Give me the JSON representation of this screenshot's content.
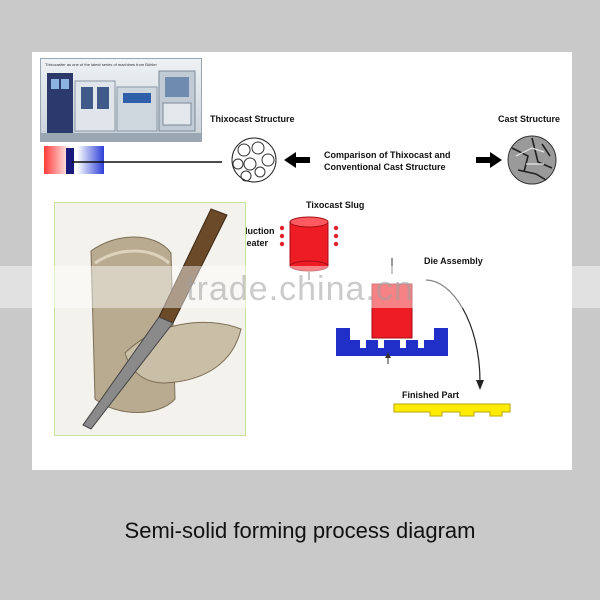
{
  "machine_caption": "Thixocaster as one of the latest series of machines from Bühler",
  "labels": {
    "thixocast_structure": "Thixocast Structure",
    "cast_structure": "Cast Structure",
    "comparison_line1": "Comparison of Thixocast and",
    "comparison_line2": "Conventional Cast Structure",
    "tixocast_slug": "Tixocast Slug",
    "induction_line1": "Induction",
    "induction_line2": "Heater",
    "die_assembly": "Die Assembly",
    "finished_part": "Finished Part"
  },
  "watermark": "trade.china.cn",
  "caption": "Semi-solid forming process diagram",
  "colors": {
    "slug_red": "#ee1c24",
    "die_blue": "#1f2fc8",
    "part_yellow": "#ffec00",
    "heater_dots": "#e0202a"
  }
}
